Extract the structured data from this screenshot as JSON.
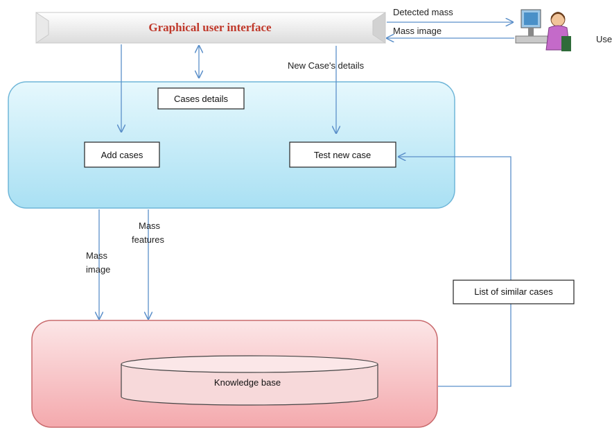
{
  "gui": {
    "title": "Graphical user interface"
  },
  "user": {
    "label": "Use"
  },
  "labels": {
    "detected_mass": "Detected mass",
    "mass_image_top": "Mass image",
    "new_case_details": "New Case's details",
    "cases_details": "Cases details",
    "mass_image_left": "Mass\nimage",
    "mass_features": "Mass\nfeatures",
    "list_similar": "List of similar cases"
  },
  "boxes": {
    "add_cases": "Add cases",
    "test_new_case": "Test new case",
    "knowledge_base": "Knowledge base"
  },
  "colors": {
    "module_fill": "#bfe9f7",
    "module_stroke": "#6fb6d8",
    "kb_fill": "#f8c6c8",
    "kb_stroke": "#c96a6d",
    "arrow": "#5b8fc9"
  }
}
